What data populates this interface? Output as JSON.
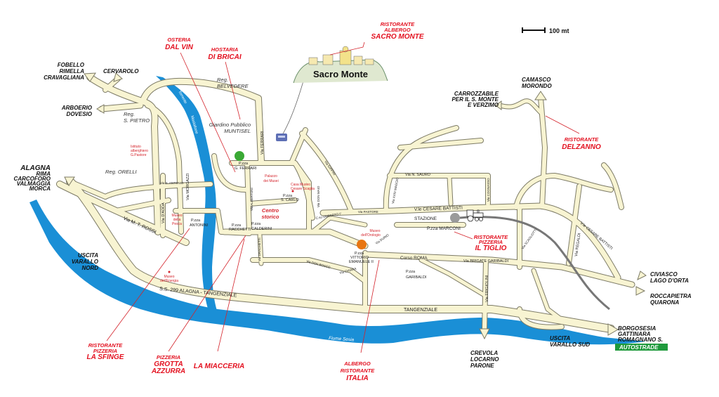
{
  "map": {
    "scale_label": "100 mt",
    "colors": {
      "river": "#1a8fd6",
      "road": "#f8f4d2",
      "restaurant": "#e3101f",
      "green_dot": "#3aa935",
      "orange_dot": "#e87511",
      "station_dot": "#9a9a9a",
      "autostrade": "#1f9a3c"
    },
    "landmark": "Sacro Monte",
    "rivers": {
      "sesia": "Fiume Sesia",
      "mastallone_1": "Torrente",
      "mastallone_2": "Mastallone"
    },
    "destinations": {
      "fobello": [
        "FOBELLO",
        "RIMELLA",
        "CRAVAGLIANA"
      ],
      "cervarolo": [
        "CERVAROLO"
      ],
      "arboerio": [
        "ARBOERIO",
        "DOVESIO"
      ],
      "alagna": [
        "ALAGNA",
        "RIMA",
        "CARCOFORO",
        "VALMAGGIA",
        "MORCA"
      ],
      "uscita_nord": [
        "USCITA",
        "VARALLO",
        "NORD"
      ],
      "carrozzabile": [
        "CARROZZABILE",
        "PER IL S. MONTE",
        "E VERZIMO"
      ],
      "camasco": [
        "CAMASCO",
        "MORONDO"
      ],
      "civiasco": [
        "CIVIASCO",
        "LAGO D'ORTA"
      ],
      "roccapietra": [
        "ROCCAPIETRA",
        "QUARONA"
      ],
      "borgosesia": [
        "BORGOSESIA",
        "GATTINARA",
        "ROMAGNANO S."
      ],
      "autostrade": "AUTOSTRADE",
      "uscita_sud": [
        "USCITA",
        "VARALLO SUD"
      ],
      "crevola": [
        "CREVOLA",
        "LOCARNO",
        "PARONE"
      ]
    },
    "restaurants": {
      "dal_vin": [
        "OSTERIA",
        "DAL VIN"
      ],
      "bricai": [
        "HOSTARIA",
        "DI BRICAI"
      ],
      "sacro_monte": [
        "RISTORANTE",
        "ALBERGO",
        "SACRO MONTE"
      ],
      "delzanno": [
        "RISTORANTE",
        "DELZANNO"
      ],
      "tiglio": [
        "RISTORANTE",
        "PIZZERIA",
        "IL TIGLIO"
      ],
      "sfinge": [
        "RISTORANTE",
        "PIZZERIA",
        "LA SFINGE"
      ],
      "grotta": [
        "PIZZERIA",
        "GROTTA",
        "AZZURRA"
      ],
      "miacceria": [
        "LA MIACCERIA"
      ],
      "italia": [
        "ALBERGO",
        "RISTORANTE",
        "ITALIA"
      ]
    },
    "places": {
      "belvedere": [
        "Reg.",
        "BELVEDERE"
      ],
      "s_pietro": [
        "Reg.",
        "S. PIETRO"
      ],
      "orelli": "Reg. ORELLI",
      "giardino": [
        "Giardino Pubblico",
        "MUNTISEL"
      ],
      "centro": [
        "Centro",
        "storico"
      ]
    },
    "pois": {
      "istituto": [
        "Istituto",
        "alberghiero",
        "G.Pastore"
      ],
      "palazzo": [
        "Palazzo",
        "dei Musei"
      ],
      "casa_museo": [
        "Casa Museo",
        "Cesare Scaglia"
      ],
      "museo_pesca": [
        "Museo",
        "della",
        "Pesca"
      ],
      "museo_energia": [
        "Museo",
        "dell'Energia"
      ],
      "museo_orologio": [
        "Museo",
        "dell'Orologio"
      ]
    },
    "streets": {
      "ferrari": "Via FERRARI",
      "pzza_ferrari": [
        "P.zza",
        "G. FERRARI"
      ],
      "dadda": "Via D'ADDA",
      "morgazzi": "Via MORGAZZI",
      "s_antonio": "Via S. ANTONIO",
      "mt_rossi": "Via M. T. ROSSI",
      "antonini": [
        "P.zza",
        "ANTONINI"
      ],
      "racchetti": [
        "P.zza",
        "RACCHETTI"
      ],
      "calderini": [
        "P.zza",
        "CALDERINI"
      ],
      "alberti": "Via ALBERTONI",
      "s_carlo": [
        "P.zza",
        "S. CARLO"
      ],
      "don_maio": "Via DON MAIO",
      "umberto": "C.so UMBERTO I°",
      "vittorio": [
        "P.zza",
        "VITTORIO",
        "EMANUELE II"
      ],
      "don_bosco": "Via DON BOSCO",
      "chiara": "Via CHIARA",
      "draghetti": "Via DRAGHETTI",
      "durio": "Via DURIO",
      "pastore": "Via PASTORE",
      "gippini": "Via GIPPINI",
      "xxiv_maggio": "Via XXIV MAGGIO",
      "sauro": "Via N. SAURO",
      "cognasso": "Via COGNASSO",
      "battisti": "V.le CESARE BATTISTI",
      "battisti2": "V.le CESARE BATTISTI",
      "stazione": "STAZIONE",
      "marconi": "P.zza MARCONI",
      "corso_roma": "Corso ROMA",
      "brigate": "Via BRIGATE GARIBALDI",
      "garibaldi": [
        "P.zza",
        "GARIBALDI"
      ],
      "frigiolini": "Via FRIGIOLINI",
      "regaldi": "Via REGALDI",
      "scaglioti": "Via SCAGLIOTTI",
      "ss299": "S.S. 299 ALAGNA - TANGENZIALE",
      "tangenziale": "TANGENZIALE"
    }
  }
}
